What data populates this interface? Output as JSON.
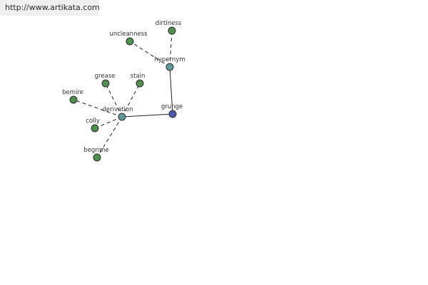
{
  "header": {
    "url": "http://www.artikata.com"
  },
  "colors": {
    "leaf": "#4f8f4f",
    "relation": "#5f9a9a",
    "root": "#4a5aa6",
    "stroke": "#2d2d2d",
    "edge": "#222222"
  },
  "nodes": {
    "grunge": {
      "label": "grunge",
      "kind": "root"
    },
    "hypernym": {
      "label": "hypernym",
      "kind": "relation"
    },
    "derivation": {
      "label": "derivation",
      "kind": "relation"
    },
    "dirtiness": {
      "label": "dirtiness",
      "kind": "leaf"
    },
    "uncleanness": {
      "label": "uncleanness",
      "kind": "leaf"
    },
    "grease": {
      "label": "grease",
      "kind": "leaf"
    },
    "stain": {
      "label": "stain",
      "kind": "leaf"
    },
    "bemire": {
      "label": "bemire",
      "kind": "leaf"
    },
    "colly": {
      "label": "colly",
      "kind": "leaf"
    },
    "begrime": {
      "label": "begrime",
      "kind": "leaf"
    }
  }
}
